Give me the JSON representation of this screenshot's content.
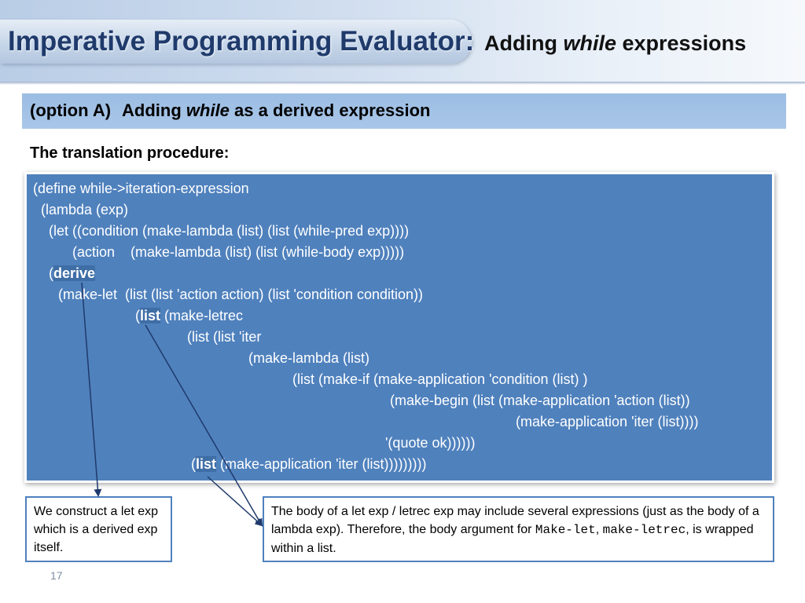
{
  "title": {
    "main": "Imperative Programming Evaluator:",
    "sub_prefix": "Adding ",
    "sub_italic": "while",
    "sub_suffix": " expressions"
  },
  "section": {
    "option": "(option A)",
    "text_prefix": "Adding ",
    "text_italic": "while",
    "text_suffix": " as a derived expression"
  },
  "translation_label": "The translation procedure:",
  "code": {
    "l1": "(define while->iteration-expression",
    "l2": "  (lambda (exp)",
    "l3": "    (let ((condition (make-lambda (list) (list (while-pred exp))))",
    "l4": "          (action    (make-lambda (list) (list (while-body exp)))))",
    "l5_open": "(",
    "l5_kw": "derive",
    "l6": "(make-let  (list (list 'action action) (list 'condition condition))",
    "l7_open": "(",
    "l7_kw": "list",
    "l7_rest": " (make-letrec",
    "l8": "(list (list 'iter",
    "l9": "(make-lambda (list)",
    "l10": "(list (make-if (make-application 'condition (list) )",
    "l11": "(make-begin (list (make-application 'action (list))",
    "l12": "(make-application 'iter (list))))",
    "l13": "'(quote ok))))))",
    "l14_open": "(",
    "l14_kw": "list",
    "l14_rest": " (make-application 'iter (list)))))))))"
  },
  "callouts": {
    "left": "We construct a let exp which is a derived exp itself.",
    "right_part1": "The body of a let exp / letrec exp may include several expressions (just as the body of a lambda exp). Therefore, the body argument for ",
    "right_code1": "Make-let",
    "right_sep": ", ",
    "right_code2": "make-letrec",
    "right_part2": ", is wrapped within a list."
  },
  "slide_number": "17",
  "colors": {
    "code_bg": "#4f81bd",
    "title_text": "#1f3a6b",
    "callout_border": "#4f81bd",
    "arrow": "#1f3a6b"
  }
}
